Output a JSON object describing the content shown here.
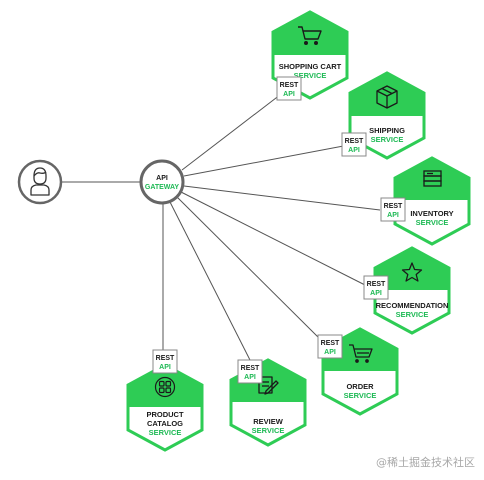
{
  "diagram": {
    "colors": {
      "accent": "#1db954",
      "hex_fill": "#2ecc55",
      "line": "#555555",
      "node_border": "#666666"
    },
    "user": {
      "icon": "user-icon"
    },
    "gateway": {
      "line1": "API",
      "line2": "GATEWAY"
    },
    "rest_badge": {
      "line1": "REST",
      "line2": "API"
    },
    "services": [
      {
        "id": "shopping-cart",
        "name": "SHOPPING CART",
        "label": "SERVICE",
        "icon": "cart-icon"
      },
      {
        "id": "shipping",
        "name": "SHIPPING",
        "label": "SERVICE",
        "icon": "box-icon"
      },
      {
        "id": "inventory",
        "name": "INVENTORY",
        "label": "SERVICE",
        "icon": "stack-icon"
      },
      {
        "id": "recommendation",
        "name": "RECOMMENDATION",
        "label": "SERVICE",
        "icon": "star-icon"
      },
      {
        "id": "order",
        "name": "ORDER",
        "label": "SERVICE",
        "icon": "order-cart-icon"
      },
      {
        "id": "review",
        "name": "REVIEW",
        "label": "SERVICE",
        "icon": "review-icon"
      },
      {
        "id": "product-catalog",
        "name_line1": "PRODUCT",
        "name_line2": "CATALOG",
        "label": "SERVICE",
        "icon": "grid-icon"
      }
    ]
  },
  "watermark": {
    "text": "@稀土掘金技术社区"
  }
}
